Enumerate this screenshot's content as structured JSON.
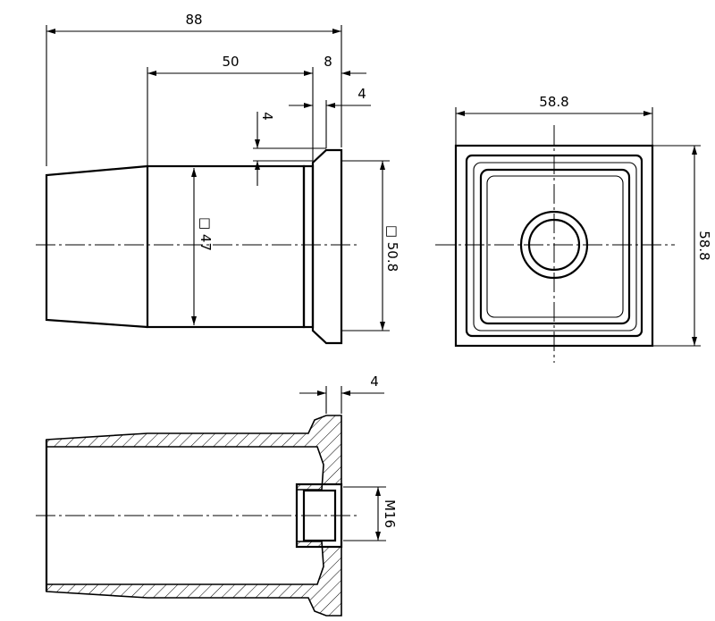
{
  "drawing": {
    "front_view": {
      "dim_overall_length": "88",
      "dim_body_length": "50",
      "dim_flange_length": "8",
      "dim_flange_step": "4",
      "dim_chamfer": "4",
      "dim_body_square": "□ 47",
      "dim_flange_square": "□ 50.8"
    },
    "side_view": {
      "dim_width": "58.8",
      "dim_height": "58.8"
    },
    "section_view": {
      "dim_flange_thickness": "4",
      "dim_thread": "M16"
    }
  }
}
